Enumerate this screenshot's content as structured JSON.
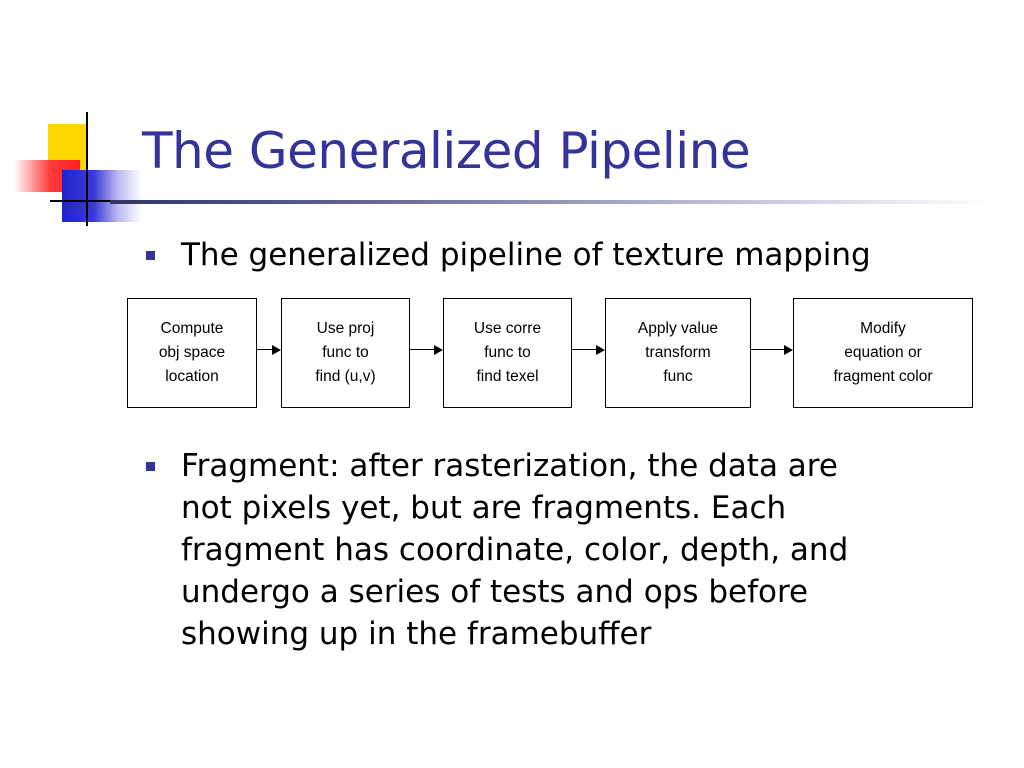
{
  "slide": {
    "title": "The Generalized Pipeline",
    "bullets": [
      {
        "lines": [
          "The generalized pipeline of texture mapping"
        ]
      },
      {
        "lines": [
          "Fragment: after rasterization, the data are",
          "not pixels yet, but are fragments. Each",
          "fragment has coordinate, color, depth, and",
          "undergo a series of tests and ops before",
          "showing up in the framebuffer"
        ]
      }
    ]
  },
  "pipeline": {
    "stages": [
      {
        "lines": [
          "Compute",
          "obj space",
          "location"
        ]
      },
      {
        "lines": [
          "Use proj",
          "func to",
          "find (u,v)"
        ]
      },
      {
        "lines": [
          "Use corre",
          "func to",
          "find texel"
        ]
      },
      {
        "lines": [
          "Apply value",
          "transform",
          "func"
        ]
      },
      {
        "lines": [
          "Modify",
          "equation or",
          "fragment color"
        ]
      }
    ]
  },
  "colors": {
    "title": "#333399",
    "bullet": "#333399",
    "text": "#000000"
  }
}
